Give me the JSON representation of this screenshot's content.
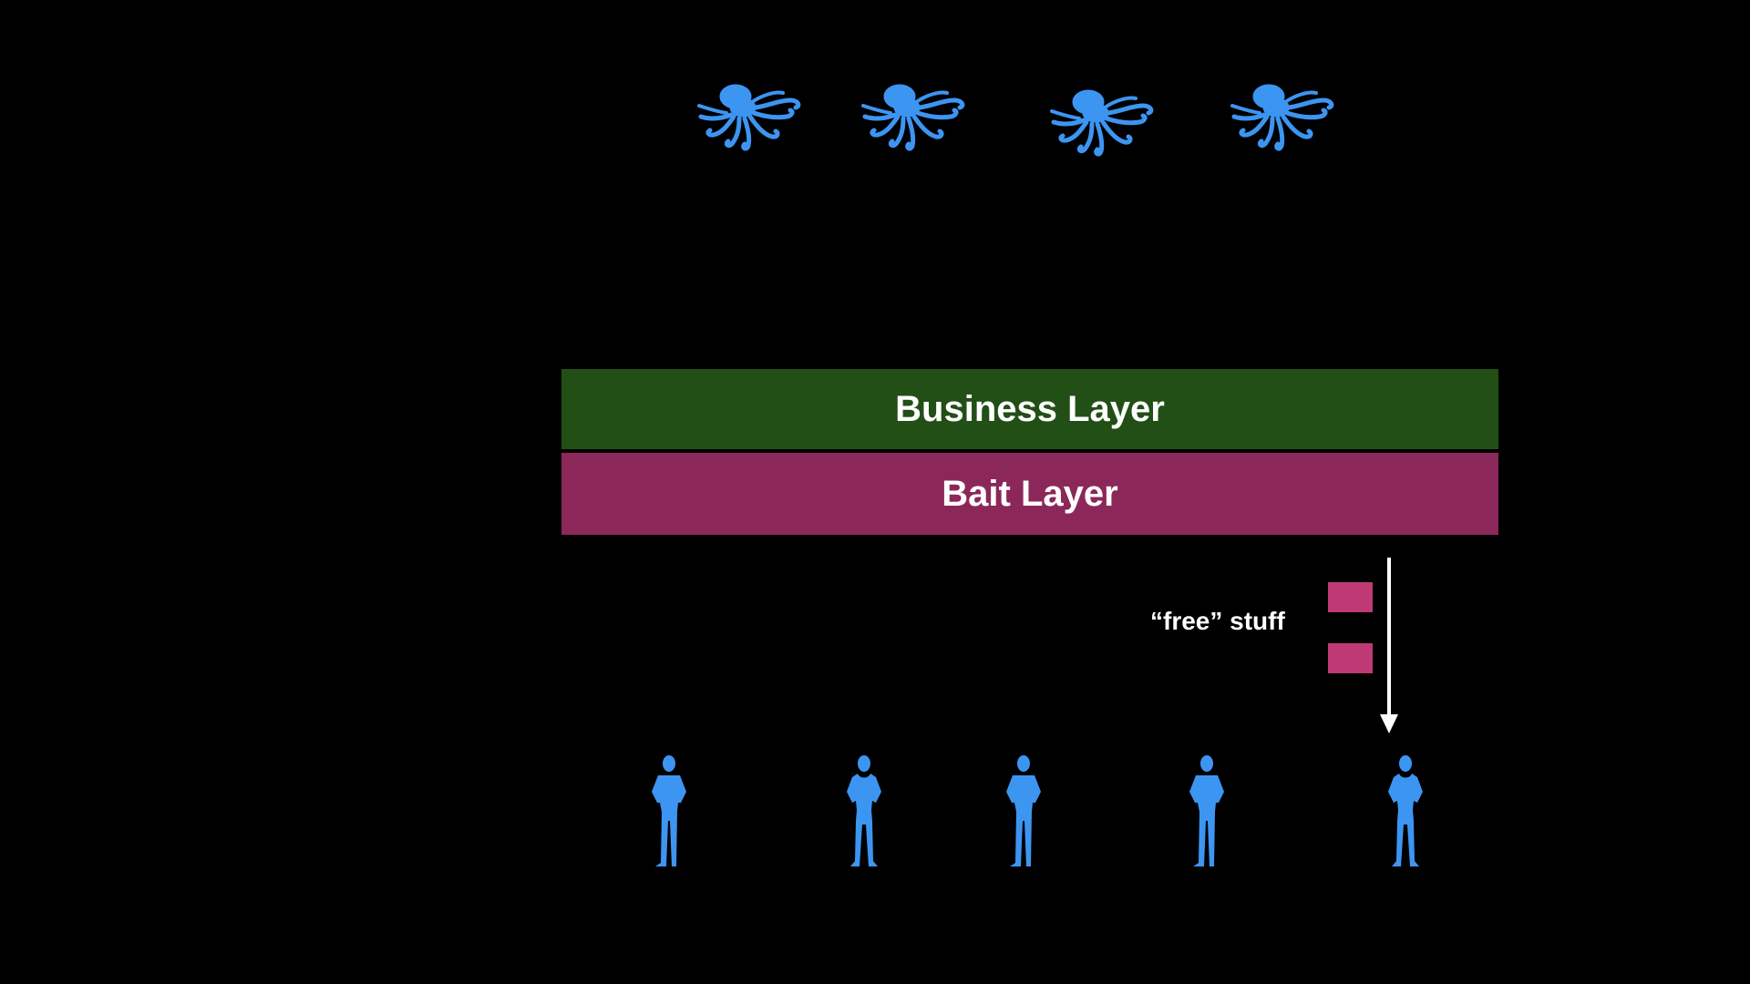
{
  "colors": {
    "background": "#000000",
    "figure_blue": "#3d95f2",
    "business_layer": "#224f16",
    "bait_layer": "#8b2859",
    "bait_item": "#bf3a75",
    "text": "#ffffff"
  },
  "icons": {
    "top_row": [
      "octopus-icon",
      "octopus-icon",
      "octopus-icon",
      "octopus-icon"
    ],
    "bottom_row": [
      "person-male-icon",
      "person-female-icon",
      "person-male-icon",
      "person-male-icon",
      "person-female-icon"
    ]
  },
  "layers": {
    "business": "Business Layer",
    "bait": "Bait Layer"
  },
  "free_stuff": {
    "label": "“free” stuff",
    "item_count": 2
  }
}
